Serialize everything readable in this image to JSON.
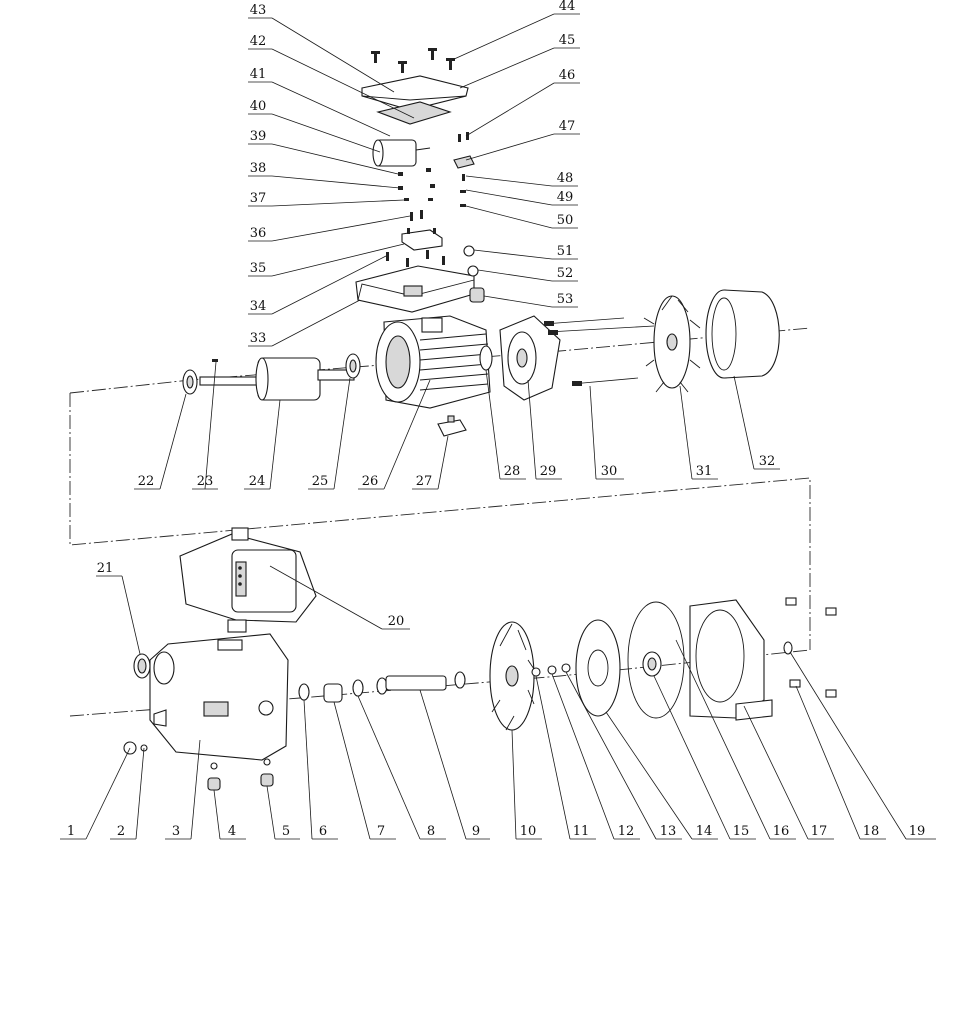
{
  "diagram": {
    "type": "exploded-parts-view",
    "part_numbers": [
      "1",
      "2",
      "3",
      "4",
      "5",
      "6",
      "7",
      "8",
      "9",
      "10",
      "11",
      "12",
      "13",
      "14",
      "15",
      "16",
      "17",
      "18",
      "19",
      "20",
      "21",
      "22",
      "23",
      "24",
      "25",
      "26",
      "27",
      "28",
      "29",
      "30",
      "31",
      "32",
      "33",
      "34",
      "35",
      "36",
      "37",
      "38",
      "39",
      "40",
      "41",
      "42",
      "43",
      "44",
      "45",
      "46",
      "47",
      "48",
      "49",
      "50",
      "51",
      "52",
      "53"
    ]
  }
}
